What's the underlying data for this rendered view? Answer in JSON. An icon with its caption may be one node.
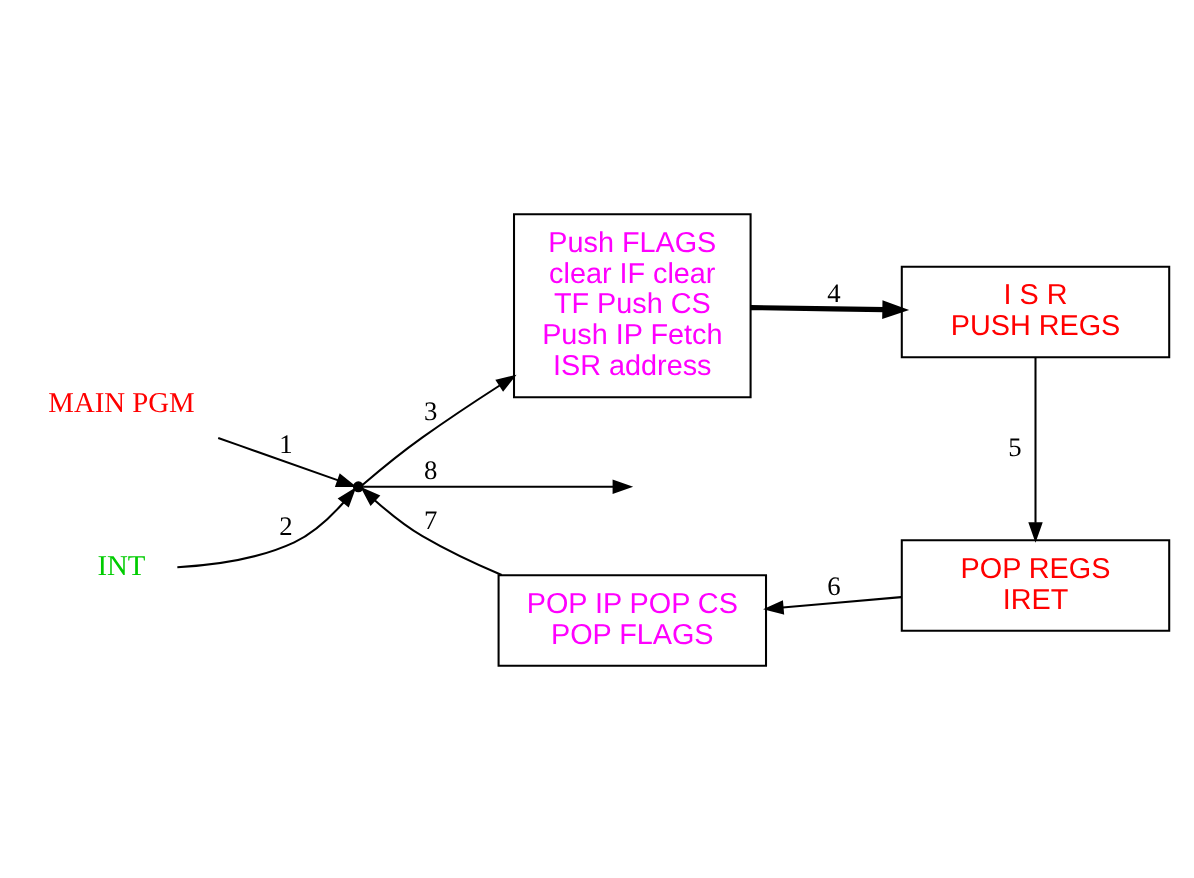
{
  "diagram": {
    "nodes": [
      {
        "text": [
          "MAIN PGM"
        ]
      },
      {
        "text": [
          "INT"
        ]
      },
      {
        "text": [],
        "shape": "point"
      },
      {
        "text": [
          "Push FLAGS clear IF clear TF Push CS Push IP Fetch ISR address"
        ]
      },
      {
        "text": [
          "I S R",
          "PUSH REGS"
        ]
      },
      {
        "text": [
          "POP REGS",
          "IRET"
        ]
      },
      {
        "text": [
          "POP IP POP CS POP FLAGS"
        ]
      }
    ],
    "edges": [
      {
        "from": 0,
        "to": 2,
        "arrow": "to",
        "label": "1"
      },
      {
        "from": 1,
        "to": 2,
        "arrow": "to",
        "label": "2"
      },
      {
        "from": 2,
        "to": 3,
        "arrow": "to",
        "label": "3"
      },
      {
        "from": 3,
        "to": 4,
        "arrow": "to",
        "label": "4",
        "style": "thick"
      },
      {
        "from": 4,
        "to": 5,
        "arrow": "to",
        "label": "5"
      },
      {
        "from": 5,
        "to": 6,
        "arrow": "to",
        "label": "6"
      },
      {
        "from": 6,
        "to": 2,
        "arrow": "to",
        "label": "7"
      },
      {
        "from": 2,
        "to": null,
        "arrow": "to",
        "label": "8"
      }
    ]
  }
}
